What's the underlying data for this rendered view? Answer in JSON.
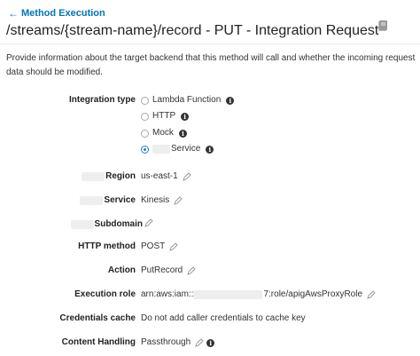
{
  "header": {
    "back_label": "Method Execution",
    "title": "/streams/{stream-name}/record - PUT - Integration Request"
  },
  "description": "Provide information about the target backend that this method will call and whether the incoming request data should be modified.",
  "integration_type": {
    "label": "Integration type",
    "options": [
      {
        "label": "Lambda Function",
        "selected": false
      },
      {
        "label": "HTTP",
        "selected": false
      },
      {
        "label": "Mock",
        "selected": false
      },
      {
        "label": "Service",
        "selected": true
      }
    ]
  },
  "fields": {
    "region": {
      "label": "Region",
      "value": "us-east-1"
    },
    "service": {
      "label": "Service",
      "value": "Kinesis"
    },
    "subdomain": {
      "label": "Subdomain",
      "value": ""
    },
    "http_method": {
      "label": "HTTP method",
      "value": "POST"
    },
    "action": {
      "label": "Action",
      "value": "PutRecord"
    },
    "execution_role": {
      "label": "Execution role",
      "value_prefix": "arn:aws:iam::",
      "value_suffix": "7:role/apigAwsProxyRole"
    },
    "credentials_cache": {
      "label": "Credentials cache",
      "value": "Do not add caller credentials to cache key"
    },
    "content_handling": {
      "label": "Content Handling",
      "value": "Passthrough"
    }
  },
  "colors": {
    "link": "#0073bb",
    "radio_selected": "#2a7bd5"
  }
}
